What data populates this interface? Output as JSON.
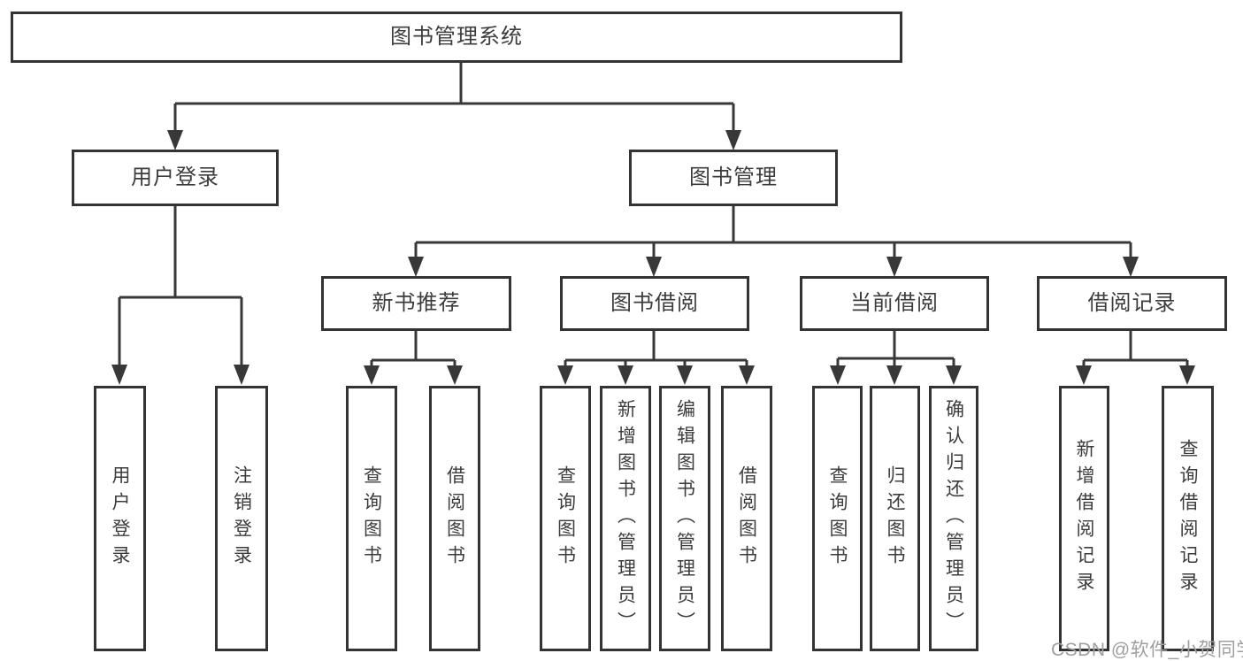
{
  "diagram": {
    "root": "图书管理系统",
    "branches": {
      "user_login": "用户登录",
      "book_mgmt": "图书管理"
    },
    "modules": {
      "new_book_rec": "新书推荐",
      "book_borrow": "图书借阅",
      "current_borrow": "当前借阅",
      "borrow_record": "借阅记录"
    },
    "leaves": {
      "user_login": [
        "用户登录",
        "注销登录"
      ],
      "new_book_rec": [
        "查询图书",
        "借阅图书"
      ],
      "book_borrow": [
        "查询图书",
        "新增图书（管理员）",
        "编辑图书（管理员）",
        "借阅图书"
      ],
      "current_borrow": [
        "查询图书",
        "归还图书",
        "确认归还（管理员）"
      ],
      "borrow_record": [
        "新增借阅记录",
        "查询借阅记录"
      ]
    }
  },
  "watermark": "CSDN @软件_小贺同学",
  "colors": {
    "line": "#383838",
    "border": "#333333",
    "text": "#3c3c3c",
    "watermark_text": "#9f9f9f",
    "background": "#ffffff"
  }
}
